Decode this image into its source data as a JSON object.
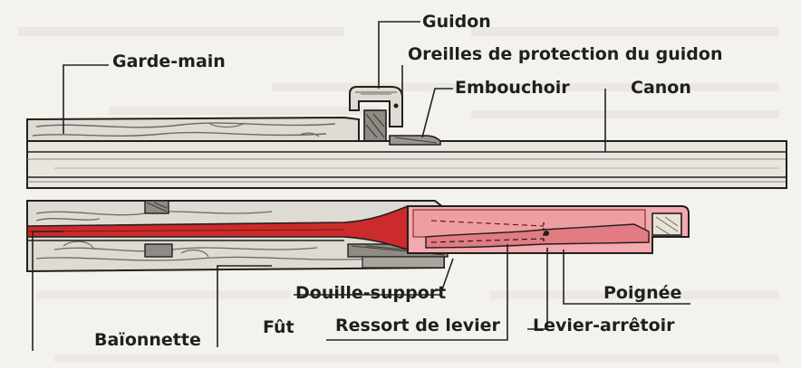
{
  "labels": {
    "guidon": "Guidon",
    "garde_main": "Garde-main",
    "oreilles": "Oreilles de protection du guidon",
    "embouchoir": "Embouchoir",
    "canon": "Canon",
    "douille_support": "Douille-support",
    "poignee": "Poignée",
    "baionnette": "Baïonnette",
    "fut": "Fût",
    "ressort_levier": "Ressort de levier",
    "levier_arretoir": "Levier-arrêtoir"
  },
  "colors": {
    "background": "#f4f2ec",
    "wood": "#dedbd3",
    "wood_grain": "#6d6a63",
    "blade": "#cc2b2b",
    "handle": "#f3a9ad",
    "outline": "#1f1f1f"
  }
}
